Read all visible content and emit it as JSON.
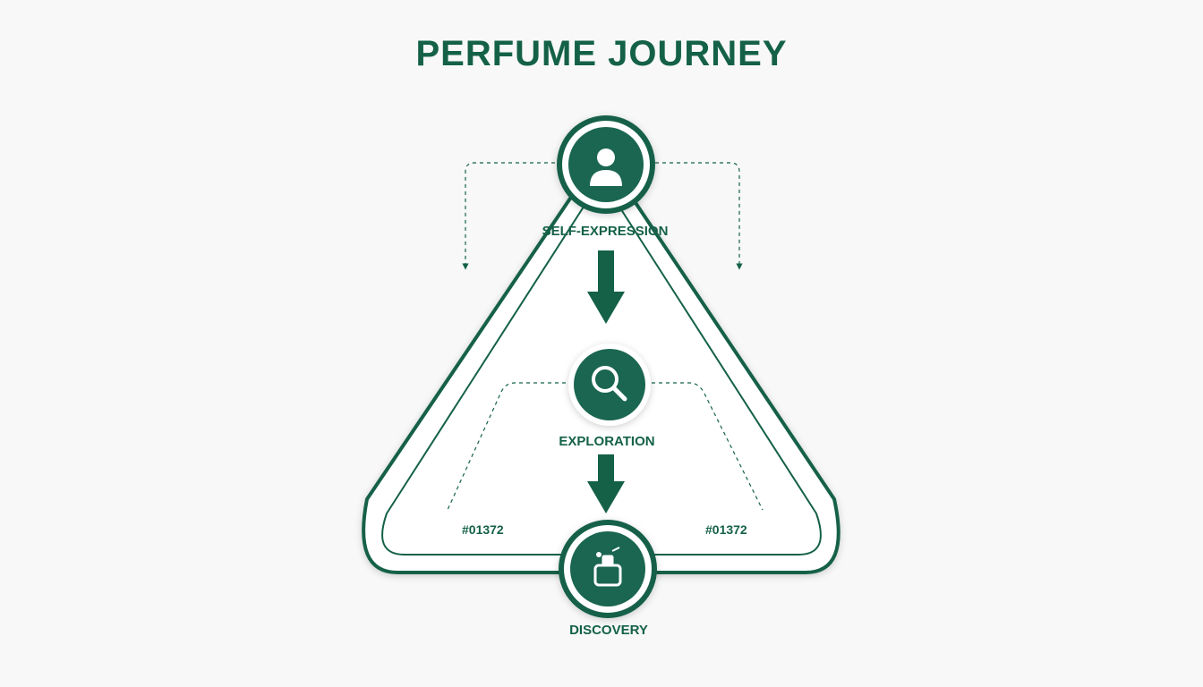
{
  "title": "PERFUME JOURNEY",
  "colors": {
    "primary": "#146148",
    "background": "#f7f8f7",
    "node_fill": "#1a6650"
  },
  "nodes": [
    {
      "id": "self-expression",
      "label": "SELF-EXPRESSION",
      "icon": "person-icon"
    },
    {
      "id": "exploration",
      "label": "EXPLORATION",
      "icon": "magnifier-icon"
    },
    {
      "id": "discovery",
      "label": "DISCOVERY",
      "icon": "perfume-bottle-icon"
    }
  ],
  "codes": {
    "left": "#01372",
    "right": "#01372"
  }
}
